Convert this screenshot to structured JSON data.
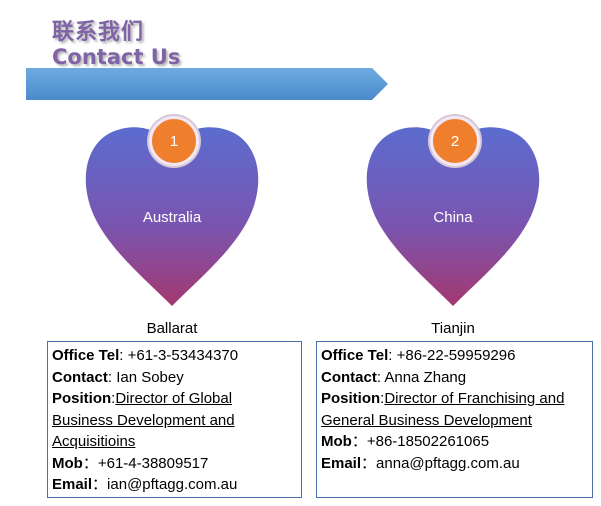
{
  "heading": {
    "chinese": "联系我们",
    "english": "Contact Us"
  },
  "colors": {
    "title": "#8063a6",
    "banner": "#5b9bd5",
    "badge": "#ef7e2d",
    "heart_top": "#5b6ccf",
    "heart_bottom": "#a3386f",
    "box_border": "#4a6ea6"
  },
  "offices": [
    {
      "number": "1",
      "region": "Australia",
      "city": "Ballarat",
      "office_tel_label": "Office Tel",
      "office_tel_sep": ": ",
      "office_tel": "+61-3-53434370",
      "contact_label": "Contact",
      "contact_sep": ": ",
      "contact": "Ian Sobey",
      "position_label": "Position",
      "position_sep": ":",
      "position_line1": "Director of Global",
      "position_line2": "Business Development and",
      "position_line3": "Acquisitioins",
      "mob_label": "Mob",
      "mob_sep": "：",
      "mob": "+61-4-38809517",
      "email_label": "Email",
      "email_sep": "：",
      "email": "ian@pftagg.com.au"
    },
    {
      "number": "2",
      "region": "China",
      "city": "Tianjin",
      "office_tel_label": "Office Tel",
      "office_tel_sep": ": ",
      "office_tel": "+86-22-59959296",
      "contact_label": "Contact",
      "contact_sep": ": ",
      "contact": "Anna Zhang",
      "position_label": "Position",
      "position_sep": ":",
      "position_line1": "Director of Franchising and",
      "position_line2": "General Business Development",
      "mob_label": "Mob",
      "mob_sep": "：",
      "mob": "+86-18502261065",
      "email_label": "Email",
      "email_sep": "：",
      "email": "anna@pftagg.com.au"
    }
  ]
}
